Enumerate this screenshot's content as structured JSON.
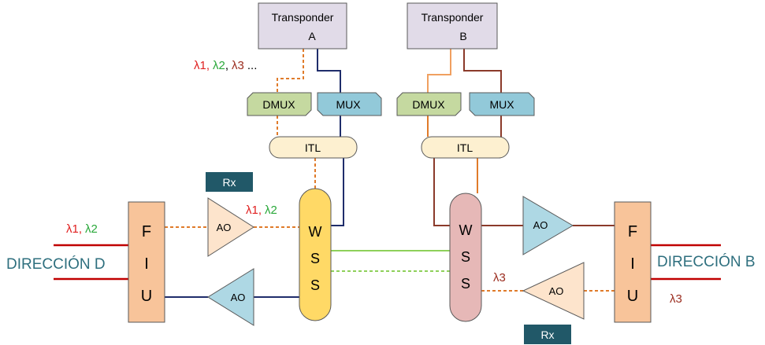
{
  "transponders": {
    "a_line1": "Transponder",
    "a_line2": "A",
    "b_line1": "Transponder",
    "b_line2": "B"
  },
  "blocks": {
    "dmux_left": "DMUX",
    "mux_left": "MUX",
    "dmux_right": "DMUX",
    "mux_right": "MUX",
    "itl_left": "ITL",
    "itl_right": "ITL",
    "wss_left": [
      "W",
      "S",
      "S"
    ],
    "wss_right": [
      "W",
      "S",
      "S"
    ],
    "fiu_left": [
      "F",
      "I",
      "U"
    ],
    "fiu_right": [
      "F",
      "I",
      "U"
    ],
    "ao": "AO",
    "rx": "Rx"
  },
  "labels": {
    "lambda1": "λ1",
    "lambda2": "λ2",
    "lambda3": "λ3",
    "comma": ",",
    "ellipsis": "...",
    "direction_left": "DIRECCIÓN D",
    "direction_right": "DIRECCIÓN B"
  },
  "colors": {
    "transponder_fill": "#e1dbe8",
    "dmux_fill": "#c5d9a0",
    "mux_fill": "#92c9d9",
    "itl_fill": "#fdf0d0",
    "wss_left_fill": "#ffd966",
    "wss_right_fill": "#e6b8b7",
    "fiu_fill": "#f8c49a",
    "ao_left_fill": "#fde4cc",
    "ao_blue_fill": "#aed8e4",
    "rx_fill": "#215868",
    "lambda1": "#e02020",
    "lambda2": "#2aa83a",
    "lambda3": "#9b2d1f",
    "navy_line": "#1f2d6b",
    "orange_line": "#e07b2a",
    "brown_line": "#8b3a2a",
    "green_line": "#8ed05a",
    "red_line": "#c00000",
    "direction_text": "#2e6f7e"
  }
}
